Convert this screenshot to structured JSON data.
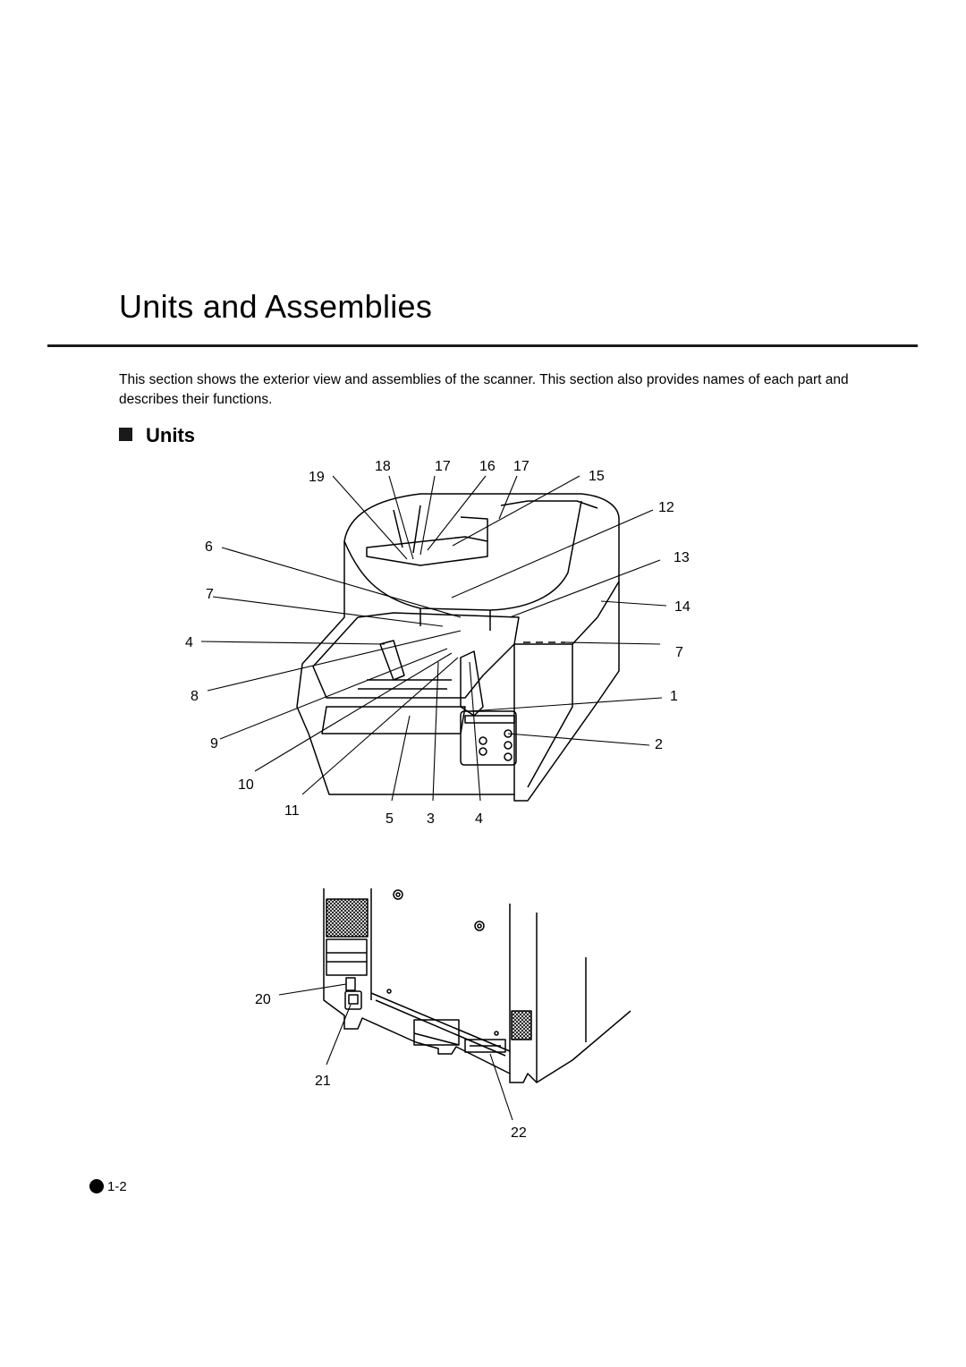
{
  "page": {
    "title": "Units and Assemblies",
    "intro": "This section shows the exterior view and assemblies of the scanner.  This section also provides names of each part and describes their functions.",
    "section_heading": "Units",
    "page_number": "1-2"
  },
  "callouts": {
    "c19": "19",
    "c18": "18",
    "c17a": "17",
    "c16": "16",
    "c17b": "17",
    "c15": "15",
    "c12": "12",
    "c6": "6",
    "c13": "13",
    "c7a": "7",
    "c14": "14",
    "c4a": "4",
    "c7b": "7",
    "c8": "8",
    "c1": "1",
    "c9": "9",
    "c2": "2",
    "c10": "10",
    "c11": "11",
    "c5": "5",
    "c3": "3",
    "c4b": "4",
    "c20": "20",
    "c21": "21",
    "c22": "22"
  }
}
